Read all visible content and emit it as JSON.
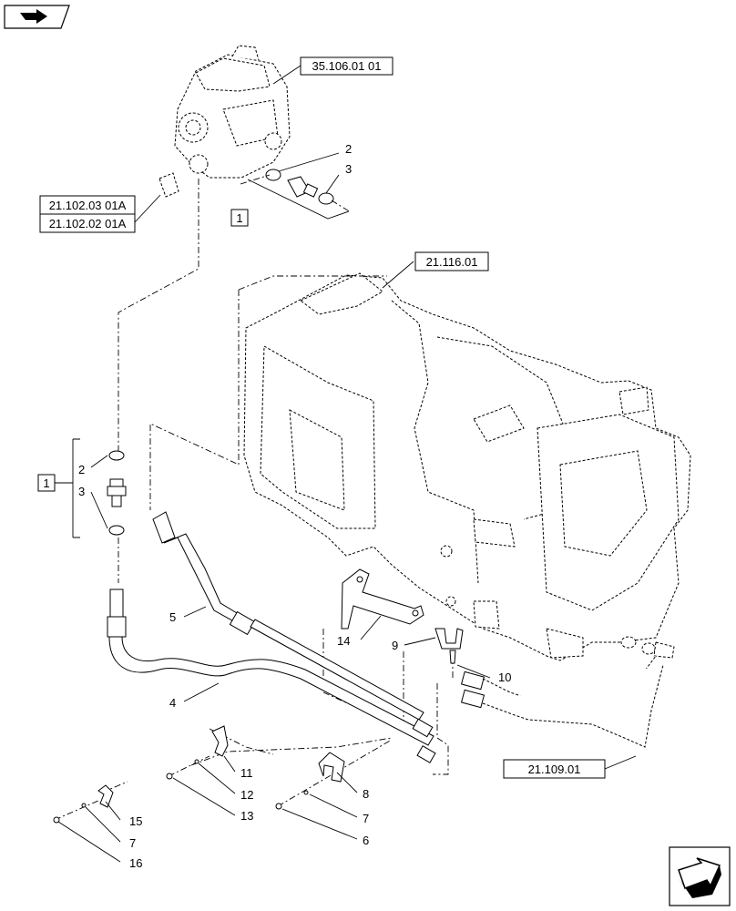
{
  "refs": {
    "r1": "35.106.01 01",
    "r2": "21.102.03 01A",
    "r3": "21.102.02 01A",
    "r4": "21.116.01",
    "r5": "21.109.01"
  },
  "boxed_labels": {
    "kit_top": "1",
    "kit_left": "1"
  },
  "callouts": {
    "c2a": "2",
    "c3a": "3",
    "c2b": "2",
    "c3b": "3",
    "c5": "5",
    "c4": "4",
    "c14": "14",
    "c9": "9",
    "c10": "10",
    "c11": "11",
    "c12": "12",
    "c13": "13",
    "c8": "8",
    "c7a": "7",
    "c6": "6",
    "c15": "15",
    "c7b": "7",
    "c16": "16"
  }
}
